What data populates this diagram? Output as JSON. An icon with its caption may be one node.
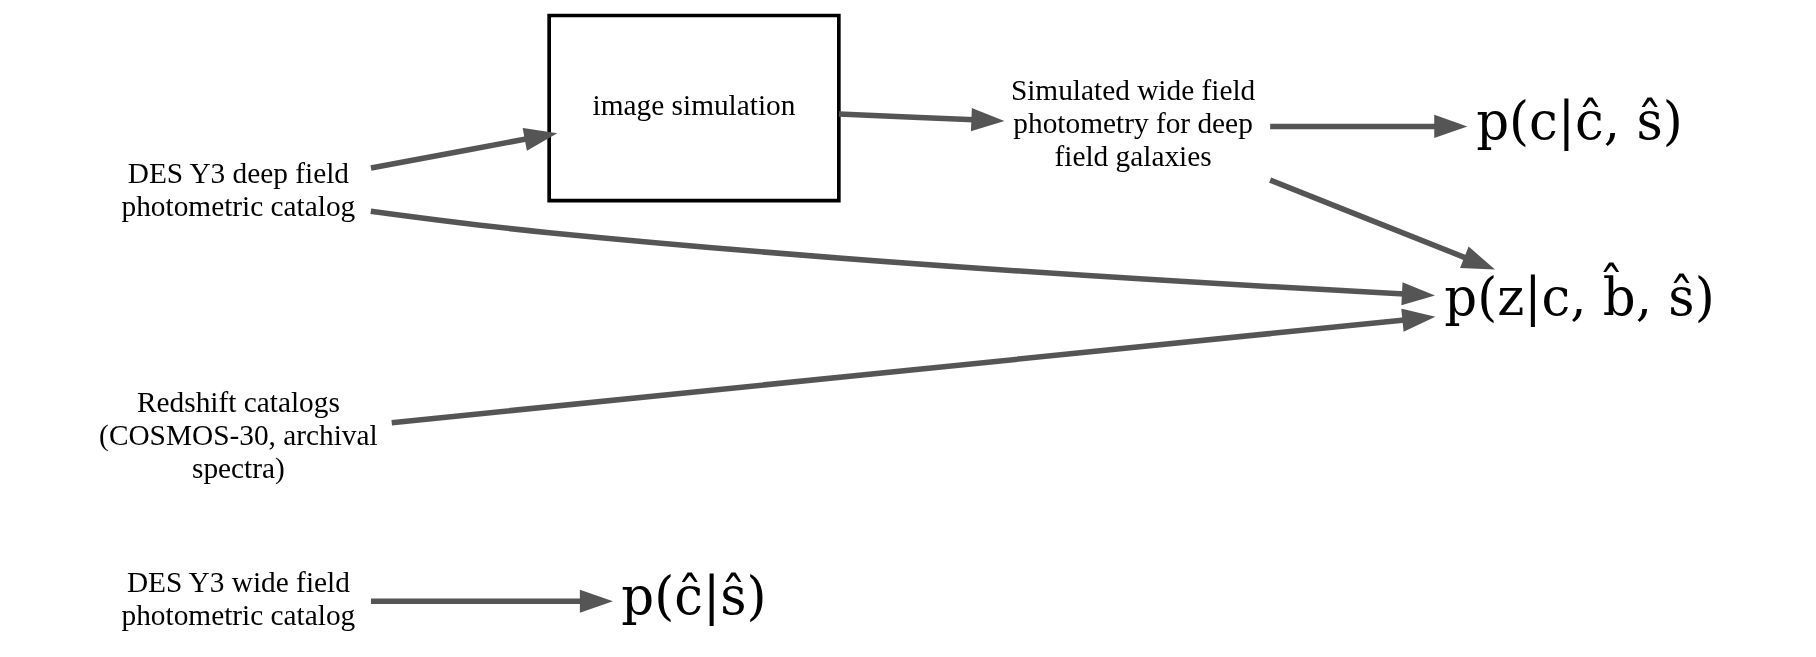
{
  "diagram": {
    "nodes": [
      {
        "text": [
          "DES Y3 wide field photometric catalog"
        ]
      },
      {
        "text": [
          "p(ĉ|ŝ)"
        ]
      },
      {
        "text": [
          "image simulation"
        ]
      },
      {
        "text": [
          "DES Y3 deep field photometric catalog"
        ]
      },
      {
        "text": [
          "Simulated wide field photometry for deep field galaxies"
        ]
      },
      {
        "text": [
          "p(c|ĉ, ŝ)"
        ]
      },
      {
        "text": [
          "p(z|c, b̂, ŝ)"
        ]
      },
      {
        "text": [
          "Redshift catalogs (COSMOS-30, archival spectra)"
        ]
      }
    ],
    "edges": [
      {
        "from": 0,
        "to": 1,
        "arrow": "to"
      },
      {
        "from": 3,
        "to": 2,
        "arrow": "to"
      },
      {
        "from": 2,
        "to": 4,
        "arrow": "to"
      },
      {
        "from": 4,
        "to": 5,
        "arrow": "to"
      },
      {
        "from": 3,
        "to": 6,
        "arrow": "to"
      },
      {
        "from": 4,
        "to": 6,
        "arrow": "to"
      },
      {
        "from": 7,
        "to": 6,
        "arrow": "to"
      }
    ]
  }
}
